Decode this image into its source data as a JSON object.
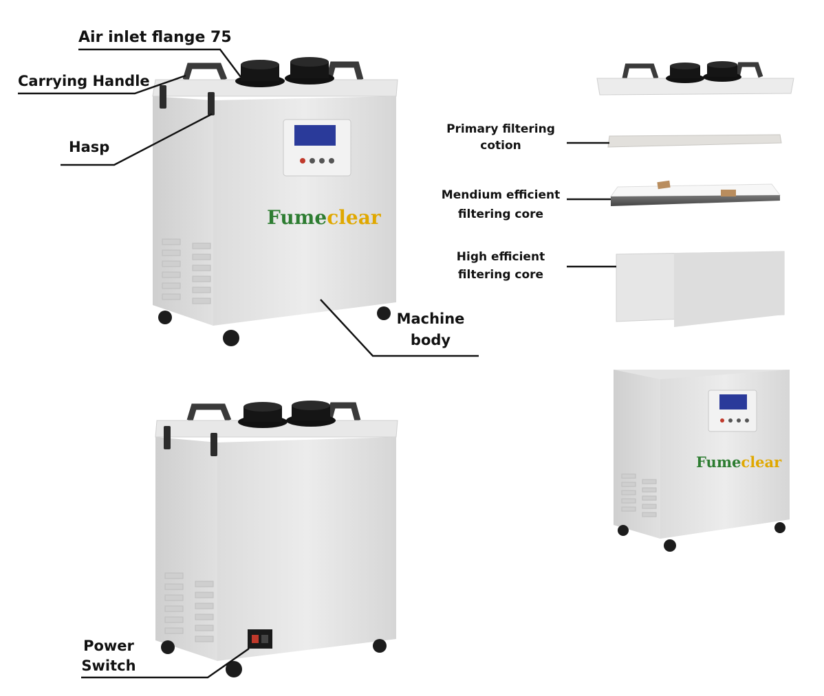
{
  "labels": {
    "air_inlet": "Air inlet flange 75",
    "carrying_handle": "Carrying Handle",
    "hasp": "Hasp",
    "machine_body_1": "Machine",
    "machine_body_2": "body",
    "power_switch_1": "Power",
    "power_switch_2": "Switch",
    "primary_1": "Primary filtering",
    "primary_2": "cotion",
    "medium_1": "Mendium efficient",
    "medium_2": "filtering core",
    "high_1": "High efficient",
    "high_2": "filtering core"
  },
  "brand": {
    "part1": "F",
    "part2": "ume",
    "part3": "clear",
    "green": "#2e7d32",
    "gold": "#e0a800"
  },
  "colors": {
    "body": "#e6e6e6",
    "body_shade": "#d2d2d2",
    "dark": "#1a1a1a",
    "display": "#2a3a9a"
  }
}
